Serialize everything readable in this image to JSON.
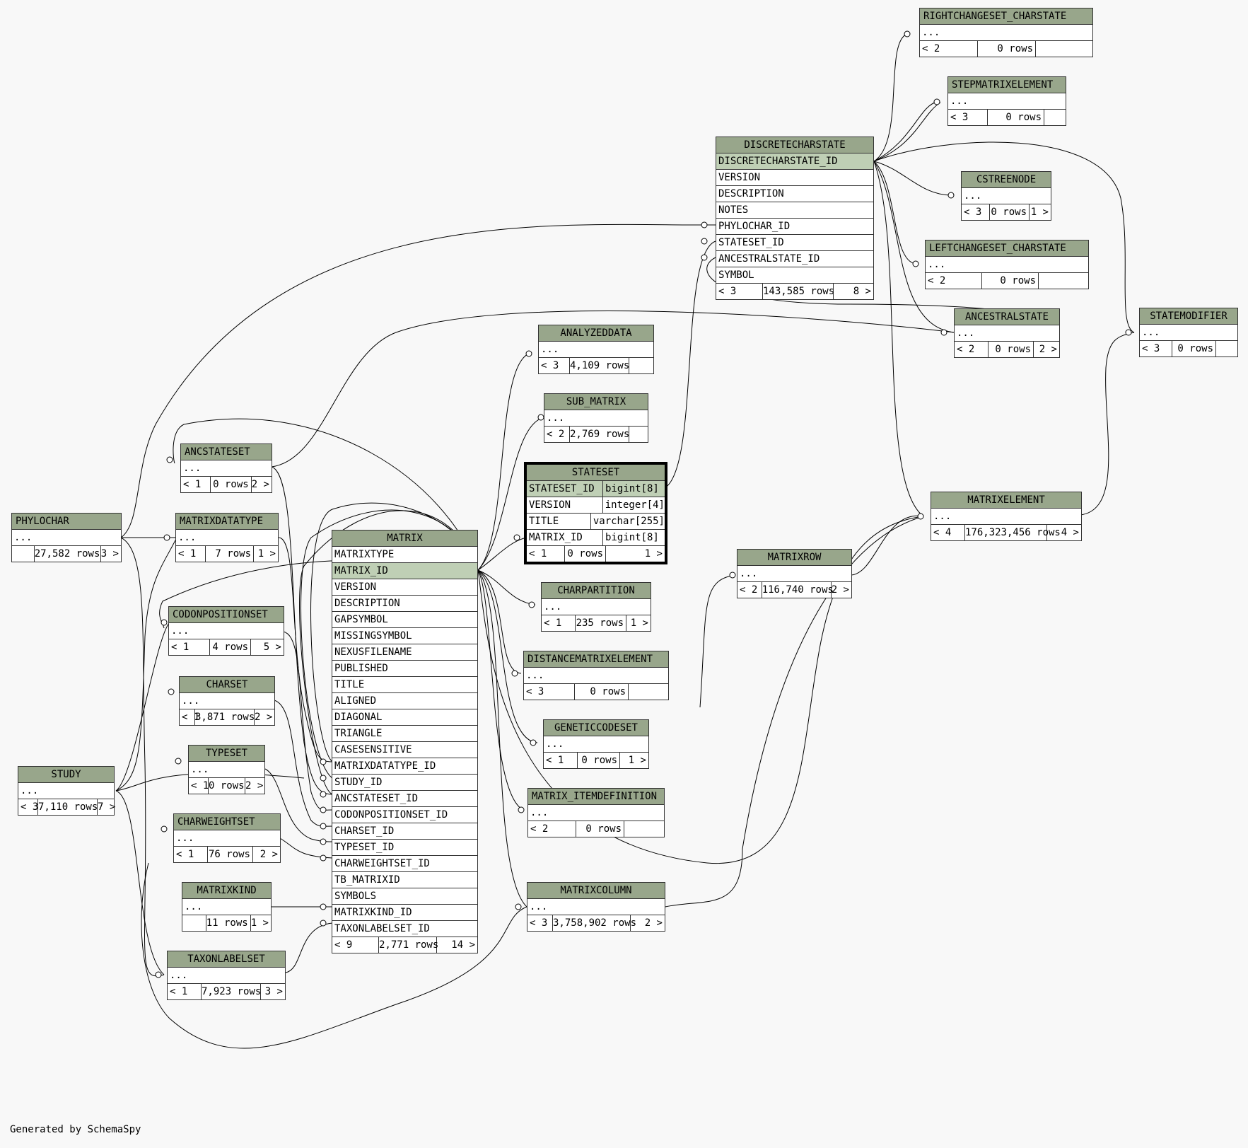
{
  "footer": "Generated by SchemaSpy",
  "colors": {
    "header": "#98a68b",
    "key_row": "#bfcfb5",
    "background": "#f8f8f8",
    "line": "#000000"
  },
  "tables": [
    {
      "id": "rightchangeset_charstate",
      "name": "RIGHTCHANGESET_CHARSTATE",
      "rows": [
        "..."
      ],
      "parents": "< 2",
      "count": "0 rows",
      "children": ""
    },
    {
      "id": "stepmatrixelement",
      "name": "STEPMATRIXELEMENT",
      "rows": [
        "..."
      ],
      "parents": "< 3",
      "count": "0 rows",
      "children": ""
    },
    {
      "id": "discretecharstate",
      "name": "DISCRETECHARSTATE",
      "rows": [
        "DISCRETECHARSTATE_ID",
        "VERSION",
        "DESCRIPTION",
        "NOTES",
        "PHYLOCHAR_ID",
        "STATESET_ID",
        "ANCESTRALSTATE_ID",
        "SYMBOL"
      ],
      "parents": "< 3",
      "count": "143,585 rows",
      "children": "8 >"
    },
    {
      "id": "cstreenode",
      "name": "CSTREENODE",
      "rows": [
        "..."
      ],
      "parents": "< 3",
      "count": "0 rows",
      "children": "1 >"
    },
    {
      "id": "leftchangeset_charstate",
      "name": "LEFTCHANGESET_CHARSTATE",
      "rows": [
        "..."
      ],
      "parents": "< 2",
      "count": "0 rows",
      "children": ""
    },
    {
      "id": "ancestralstate",
      "name": "ANCESTRALSTATE",
      "rows": [
        "..."
      ],
      "parents": "< 2",
      "count": "0 rows",
      "children": "2 >"
    },
    {
      "id": "statemodifier",
      "name": "STATEMODIFIER",
      "rows": [
        "..."
      ],
      "parents": "< 3",
      "count": "0 rows",
      "children": ""
    },
    {
      "id": "analyzeddata",
      "name": "ANALYZEDDATA",
      "rows": [
        "..."
      ],
      "parents": "< 3",
      "count": "4,109 rows",
      "children": ""
    },
    {
      "id": "sub_matrix",
      "name": "SUB_MATRIX",
      "rows": [
        "..."
      ],
      "parents": "< 2",
      "count": "2,769 rows",
      "children": ""
    },
    {
      "id": "stateset",
      "name": "STATESET",
      "columns": [
        [
          "STATESET_ID",
          "bigint[8]"
        ],
        [
          "VERSION",
          "integer[4]"
        ],
        [
          "TITLE",
          "varchar[255]"
        ],
        [
          "MATRIX_ID",
          "bigint[8]"
        ]
      ],
      "parents": "< 1",
      "count": "0 rows",
      "children": "1 >"
    },
    {
      "id": "matrixelement",
      "name": "MATRIXELEMENT",
      "rows": [
        "..."
      ],
      "parents": "< 4",
      "count": "176,323,456 rows",
      "children": "4 >"
    },
    {
      "id": "matrixrow",
      "name": "MATRIXROW",
      "rows": [
        "..."
      ],
      "parents": "< 2",
      "count": "116,740 rows",
      "children": "2 >"
    },
    {
      "id": "charpartition",
      "name": "CHARPARTITION",
      "rows": [
        "..."
      ],
      "parents": "< 1",
      "count": "235 rows",
      "children": "1 >"
    },
    {
      "id": "distancematrixelement",
      "name": "DISTANCEMATRIXELEMENT",
      "rows": [
        "..."
      ],
      "parents": "< 3",
      "count": "0 rows",
      "children": ""
    },
    {
      "id": "geneticcodeset",
      "name": "GENETICCODESET",
      "rows": [
        "..."
      ],
      "parents": "< 1",
      "count": "0 rows",
      "children": "1 >"
    },
    {
      "id": "matrix_itemdefinition",
      "name": "MATRIX_ITEMDEFINITION",
      "rows": [
        "..."
      ],
      "parents": "< 2",
      "count": "0 rows",
      "children": ""
    },
    {
      "id": "matrixcolumn",
      "name": "MATRIXCOLUMN",
      "rows": [
        "..."
      ],
      "parents": "< 3",
      "count": "3,758,902 rows",
      "children": "2 >"
    },
    {
      "id": "matrix",
      "name": "MATRIX",
      "rows": [
        "MATRIXTYPE",
        "MATRIX_ID",
        "VERSION",
        "DESCRIPTION",
        "GAPSYMBOL",
        "MISSINGSYMBOL",
        "NEXUSFILENAME",
        "PUBLISHED",
        "TITLE",
        "ALIGNED",
        "DIAGONAL",
        "TRIANGLE",
        "CASESENSITIVE",
        "MATRIXDATATYPE_ID",
        "STUDY_ID",
        "ANCSTATESET_ID",
        "CODONPOSITIONSET_ID",
        "CHARSET_ID",
        "TYPESET_ID",
        "CHARWEIGHTSET_ID",
        "TB_MATRIXID",
        "SYMBOLS",
        "MATRIXKIND_ID",
        "TAXONLABELSET_ID"
      ],
      "parents": "< 9",
      "count": "2,771 rows",
      "children": "14 >"
    },
    {
      "id": "ancstateset",
      "name": "ANCSTATESET",
      "rows": [
        "..."
      ],
      "parents": "< 1",
      "count": "0 rows",
      "children": "2 >"
    },
    {
      "id": "phylochar",
      "name": "PHYLOCHAR",
      "rows": [
        "..."
      ],
      "parents": "",
      "count": "27,582 rows",
      "children": "3 >"
    },
    {
      "id": "matrixdatatype",
      "name": "MATRIXDATATYPE",
      "rows": [
        "..."
      ],
      "parents": "< 1",
      "count": "7 rows",
      "children": "1 >"
    },
    {
      "id": "codonpositionset",
      "name": "CODONPOSITIONSET",
      "rows": [
        "..."
      ],
      "parents": "< 1",
      "count": "4 rows",
      "children": "5 >"
    },
    {
      "id": "charset",
      "name": "CHARSET",
      "rows": [
        "..."
      ],
      "parents": "< 1",
      "count": "3,871 rows",
      "children": "2 >"
    },
    {
      "id": "typeset",
      "name": "TYPESET",
      "rows": [
        "..."
      ],
      "parents": "< 1",
      "count": "0 rows",
      "children": "2 >"
    },
    {
      "id": "study",
      "name": "STUDY",
      "rows": [
        "..."
      ],
      "parents": "< 3",
      "count": "7,110 rows",
      "children": "7 >"
    },
    {
      "id": "charweightset",
      "name": "CHARWEIGHTSET",
      "rows": [
        "..."
      ],
      "parents": "< 1",
      "count": "76 rows",
      "children": "2 >"
    },
    {
      "id": "matrixkind",
      "name": "MATRIXKIND",
      "rows": [
        "..."
      ],
      "parents": "",
      "count": "11 rows",
      "children": "1 >"
    },
    {
      "id": "taxonlabelset",
      "name": "TAXONLABELSET",
      "rows": [
        "..."
      ],
      "parents": "< 1",
      "count": "7,923 rows",
      "children": "3 >"
    }
  ]
}
